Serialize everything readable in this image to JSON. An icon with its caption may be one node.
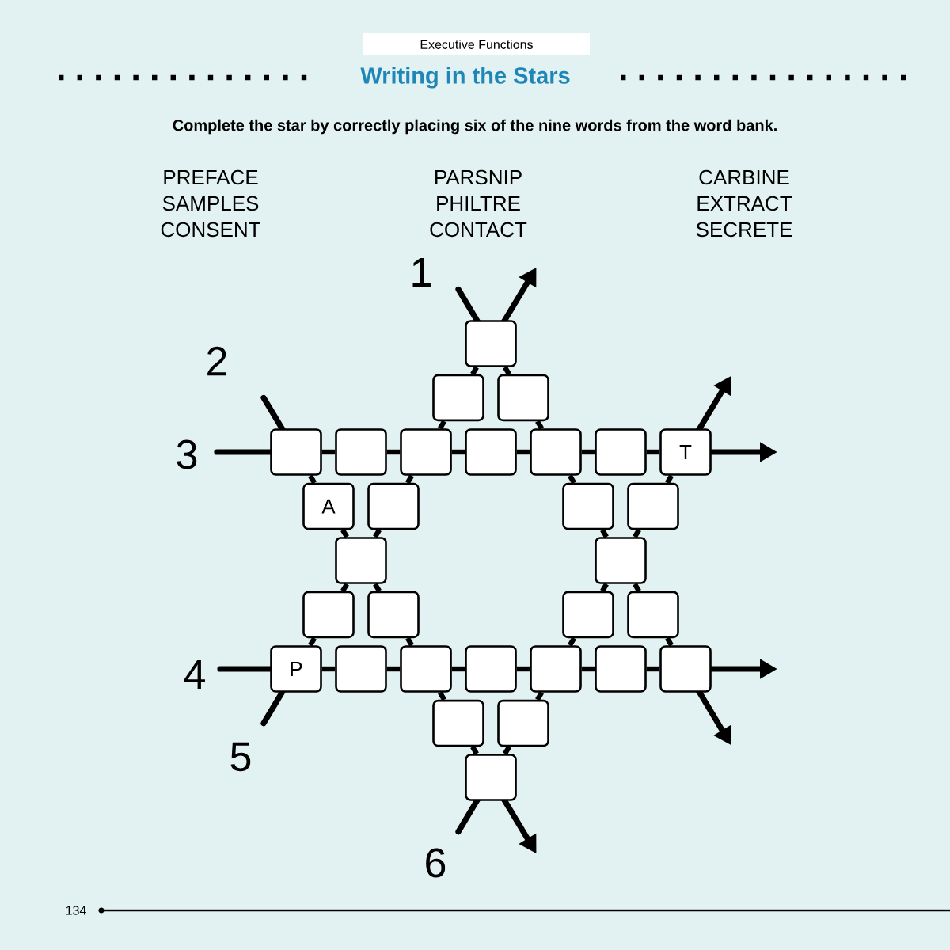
{
  "diagram": {
    "title": "Writing in the Stars",
    "nodes": [
      {
        "text": [],
        "shape": "box"
      },
      {
        "text": [],
        "shape": "box"
      },
      {
        "text": [],
        "shape": "box"
      },
      {
        "text": [],
        "shape": "box"
      },
      {
        "text": [],
        "shape": "box"
      },
      {
        "text": [],
        "shape": "box"
      },
      {
        "text": [],
        "shape": "box"
      },
      {
        "text": [],
        "shape": "box"
      },
      {
        "text": [],
        "shape": "box"
      },
      {
        "text": [
          "T"
        ]
      },
      {
        "text": [
          "A"
        ]
      },
      {
        "text": [],
        "shape": "box"
      },
      {
        "text": [],
        "shape": "box"
      },
      {
        "text": [],
        "shape": "box"
      },
      {
        "text": [],
        "shape": "box"
      },
      {
        "text": [],
        "shape": "box"
      },
      {
        "text": [],
        "shape": "box"
      },
      {
        "text": [],
        "shape": "box"
      },
      {
        "text": [],
        "shape": "box"
      },
      {
        "text": [],
        "shape": "box"
      },
      {
        "text": [
          "P"
        ]
      },
      {
        "text": [],
        "shape": "box"
      },
      {
        "text": [],
        "shape": "box"
      },
      {
        "text": [],
        "shape": "box"
      },
      {
        "text": [],
        "shape": "box"
      },
      {
        "text": [],
        "shape": "box"
      },
      {
        "text": [],
        "shape": "box"
      },
      {
        "text": [],
        "shape": "box"
      },
      {
        "text": [],
        "shape": "box"
      },
      {
        "text": [],
        "shape": "box"
      }
    ],
    "edges": [
      {
        "from": 0,
        "to": 2,
        "arrow": "none"
      },
      {
        "from": 2,
        "to": 7,
        "arrow": "none"
      },
      {
        "from": 7,
        "to": 12,
        "arrow": "none"
      },
      {
        "from": 12,
        "to": 15,
        "arrow": "none"
      },
      {
        "from": 15,
        "to": 19,
        "arrow": "none"
      },
      {
        "from": 19,
        "to": 26,
        "arrow": "none"
      },
      {
        "from": 3,
        "to": 10,
        "arrow": "none"
      },
      {
        "from": 10,
        "to": 14,
        "arrow": "none"
      },
      {
        "from": 14,
        "to": 17,
        "arrow": "none"
      },
      {
        "from": 17,
        "to": 22,
        "arrow": "none"
      },
      {
        "from": 22,
        "to": 27,
        "arrow": "none"
      },
      {
        "from": 27,
        "to": 29,
        "arrow": "none"
      },
      {
        "from": 3,
        "to": 4,
        "arrow": "none"
      },
      {
        "from": 4,
        "to": 5,
        "arrow": "none"
      },
      {
        "from": 5,
        "to": 6,
        "arrow": "none"
      },
      {
        "from": 6,
        "to": 7,
        "arrow": "none"
      },
      {
        "from": 7,
        "to": 8,
        "arrow": "none"
      },
      {
        "from": 8,
        "to": 9,
        "arrow": "none"
      },
      {
        "from": 20,
        "to": 21,
        "arrow": "none"
      },
      {
        "from": 21,
        "to": 22,
        "arrow": "none"
      },
      {
        "from": 22,
        "to": 23,
        "arrow": "none"
      },
      {
        "from": 23,
        "to": 24,
        "arrow": "none"
      },
      {
        "from": 24,
        "to": 25,
        "arrow": "none"
      },
      {
        "from": 25,
        "to": 26,
        "arrow": "none"
      },
      {
        "from": 20,
        "to": 16,
        "arrow": "none"
      },
      {
        "from": 16,
        "to": 14,
        "arrow": "none"
      },
      {
        "from": 14,
        "to": 11,
        "arrow": "none"
      },
      {
        "from": 11,
        "to": 5,
        "arrow": "none"
      },
      {
        "from": 5,
        "to": 1,
        "arrow": "none"
      },
      {
        "from": 1,
        "to": 0,
        "arrow": "none"
      },
      {
        "from": 29,
        "to": 28,
        "arrow": "none"
      },
      {
        "from": 28,
        "to": 24,
        "arrow": "none"
      },
      {
        "from": 24,
        "to": 18,
        "arrow": "none"
      },
      {
        "from": 18,
        "to": 15,
        "arrow": "none"
      },
      {
        "from": 15,
        "to": 13,
        "arrow": "none"
      },
      {
        "from": 13,
        "to": 9,
        "arrow": "none"
      }
    ],
    "labels": [
      "Executive Functions",
      "Complete the star by correctly placing six of the nine words from the word bank.",
      "PREFACE",
      "PARSNIP",
      "CARBINE",
      "SAMPLES",
      "PHILTRE",
      "EXTRACT",
      "CONSENT",
      "CONTACT",
      "SECRETE",
      "1",
      "2",
      "3",
      "4",
      "5",
      "6",
      "134"
    ]
  }
}
